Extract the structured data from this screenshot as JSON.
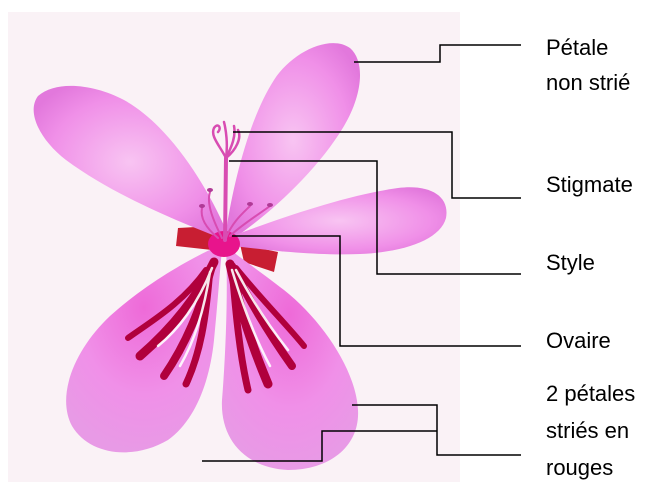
{
  "colors": {
    "petal": "#f090e8",
    "petal_light": "#f8c4f2",
    "petal_dark": "#e278dc",
    "stripe": "#b0003c",
    "flower_center": "#e8148c",
    "sepal": "#c81e32",
    "stamen": "#d84cb2",
    "photo_background": "#faf2f6",
    "leader_line": "#000000",
    "label_text": "#000000"
  },
  "labels": {
    "unstriped_petal": "Pétale\nnon strié",
    "stigma": "Stigmate",
    "style": "Style",
    "ovary": "Ovaire",
    "striped_petals": "2 pétales\nstriés en\nrouges"
  },
  "icons": {
    "flower": "geranium-flower-illustration"
  }
}
